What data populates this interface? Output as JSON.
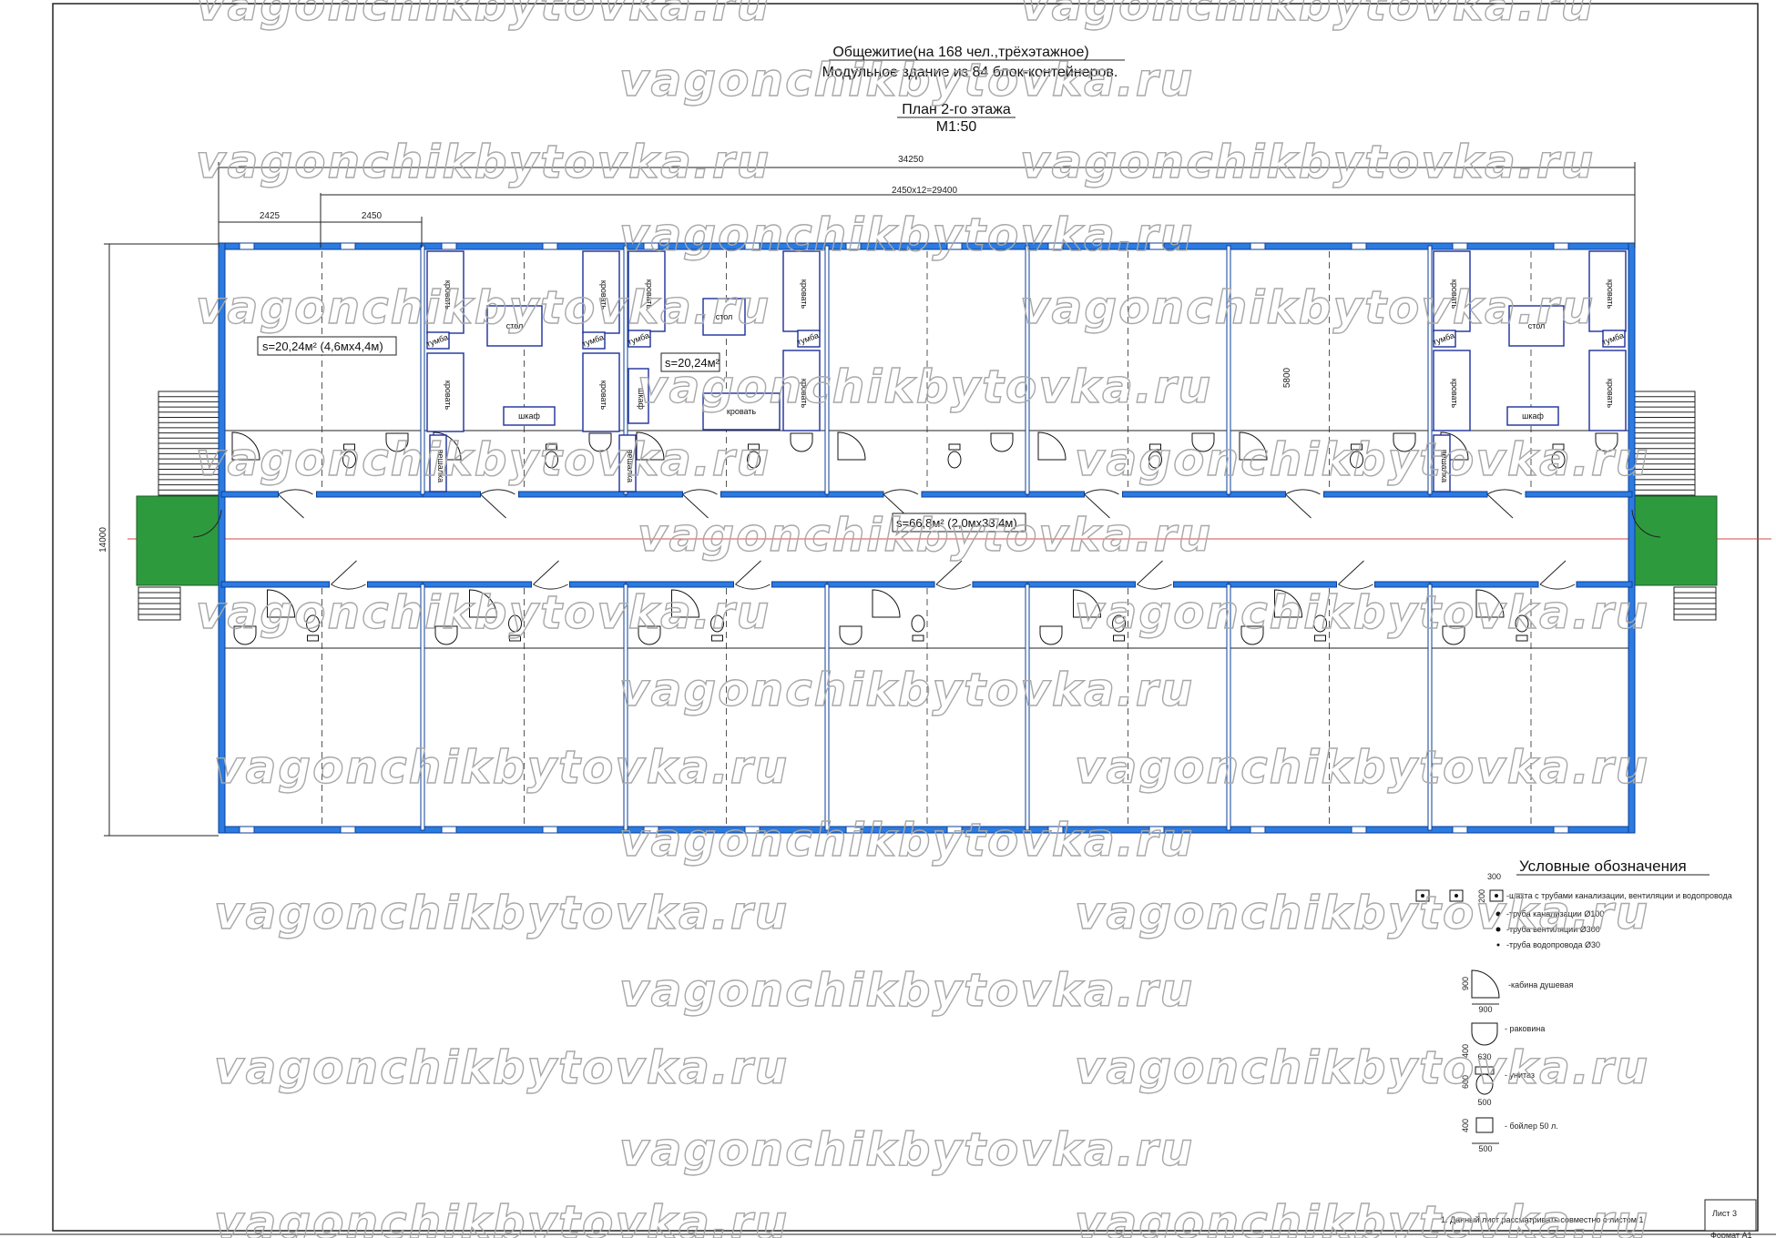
{
  "title": {
    "line1": "Общежитие(на 168 чел.,трёхэтажное)",
    "line2": "Модульное  здание из 84 блок-контейнеров.",
    "line3": "План 2-го этажа",
    "line4": "М1:50"
  },
  "watermark": "vagonchikbytovka.ru",
  "dimensions": {
    "overall": "34250",
    "modules": "2450х12=29400",
    "left_a": "2425",
    "left_b": "2450",
    "height": "14000",
    "room_depth": "5800"
  },
  "areas": {
    "room_left": "s=20,24м² (4,6мх4,4м)",
    "room_center": "s=20,24м²",
    "corridor": "s=66,8м² (2,0мх33,4м)"
  },
  "furniture": {
    "bed": "кровать",
    "table": "стол",
    "wardrobe": "шкаф",
    "nightstand": "тумба",
    "hanger": "вешалка"
  },
  "legend": {
    "heading": "Условные обозначения",
    "shaft": "-шахта с трубами канализации, вентиляции и водопровода",
    "shaft_dim_w": "300",
    "shaft_dim_h": "200",
    "pipe_sewer": "-труба канализации   Ø100",
    "pipe_vent": "-труба вентиляции   Ø300",
    "pipe_water": "-труба водопровода   Ø30",
    "shower": "-кабина душевая",
    "shower_dim": "900",
    "sink": "- раковина",
    "sink_dim_w": "630",
    "sink_dim_h": "400",
    "toilet": "- унитаз",
    "toilet_dim_w": "500",
    "toilet_dim_h": "600",
    "boiler": "- бойлер 50 л.",
    "boiler_dim_w": "500",
    "boiler_dim_h": "400"
  },
  "footer": {
    "note": "1. Данный лист рассматривать совместно с листом 1",
    "sheet": "Лист 3",
    "format": "Формат А1"
  },
  "colors": {
    "wall": "#2b7be0",
    "entrance": "#2e9a3e",
    "axis": "#d44848",
    "furniture": "#1c2f9a"
  }
}
